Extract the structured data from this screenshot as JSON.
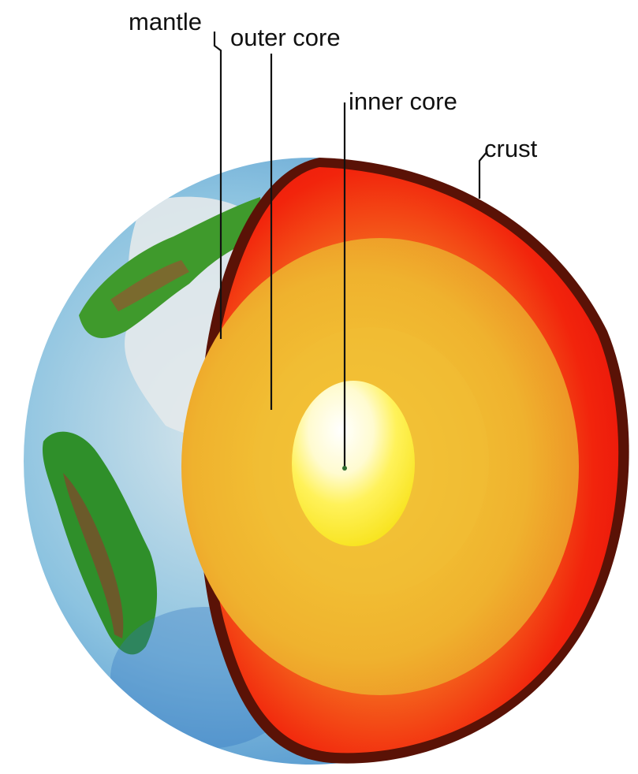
{
  "labels": {
    "mantle": "mantle",
    "outer_core": "outer core",
    "inner_core": "inner core",
    "crust": "crust"
  },
  "colors": {
    "crust": "#5a1206",
    "mantle": "#f01a0a",
    "outer_core": "#f0b030",
    "inner_core": "#fff25a",
    "inner_core_highlight": "#ffffff",
    "ocean": "#4aa3d8",
    "land": "#2f8f2a",
    "land_brown": "#6b5a2a",
    "cloud": "#e6ecee",
    "label_text": "#111111"
  }
}
